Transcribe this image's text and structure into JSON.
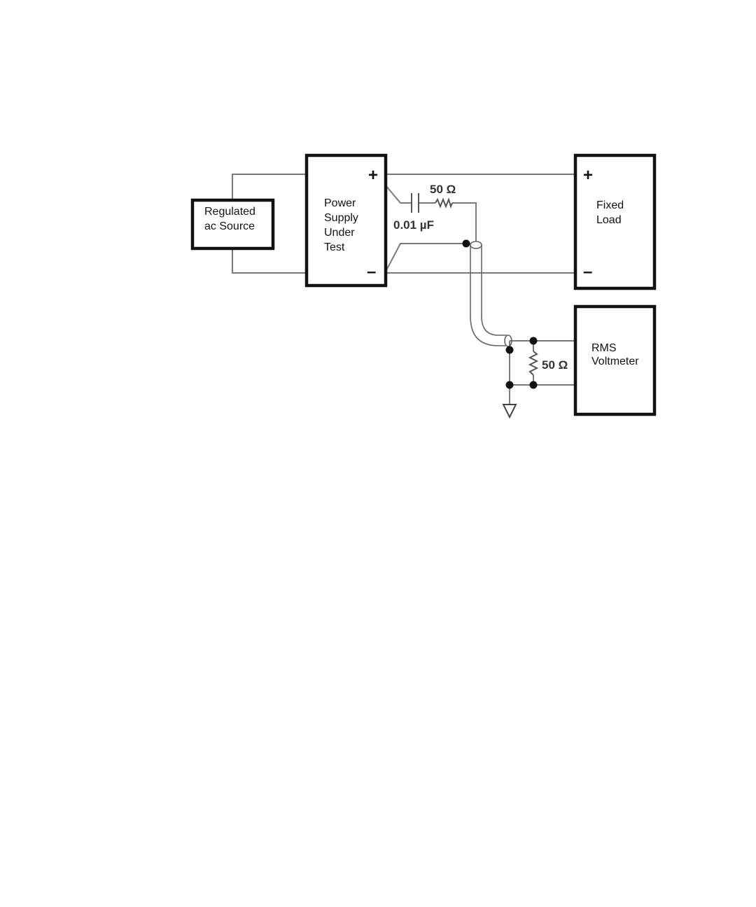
{
  "diagram": {
    "blocks": {
      "ac_source": {
        "lines": [
          "Regulated",
          "ac Source"
        ]
      },
      "psut": {
        "lines": [
          "Power",
          "Supply",
          "Under",
          "Test"
        ],
        "plus": "+",
        "minus": "–"
      },
      "fixed_load": {
        "lines": [
          "Fixed",
          "Load"
        ],
        "plus": "+",
        "minus": "–"
      },
      "rms_voltmeter": {
        "lines": [
          "RMS",
          "Voltmeter"
        ]
      }
    },
    "components": {
      "series_resistor": "50 Ω",
      "capacitor": "0.01 µF",
      "termination_resistor": "50 Ω"
    },
    "colors": {
      "wire": "#7a7a7a",
      "box_border": "#111111",
      "node": "#111111"
    }
  }
}
